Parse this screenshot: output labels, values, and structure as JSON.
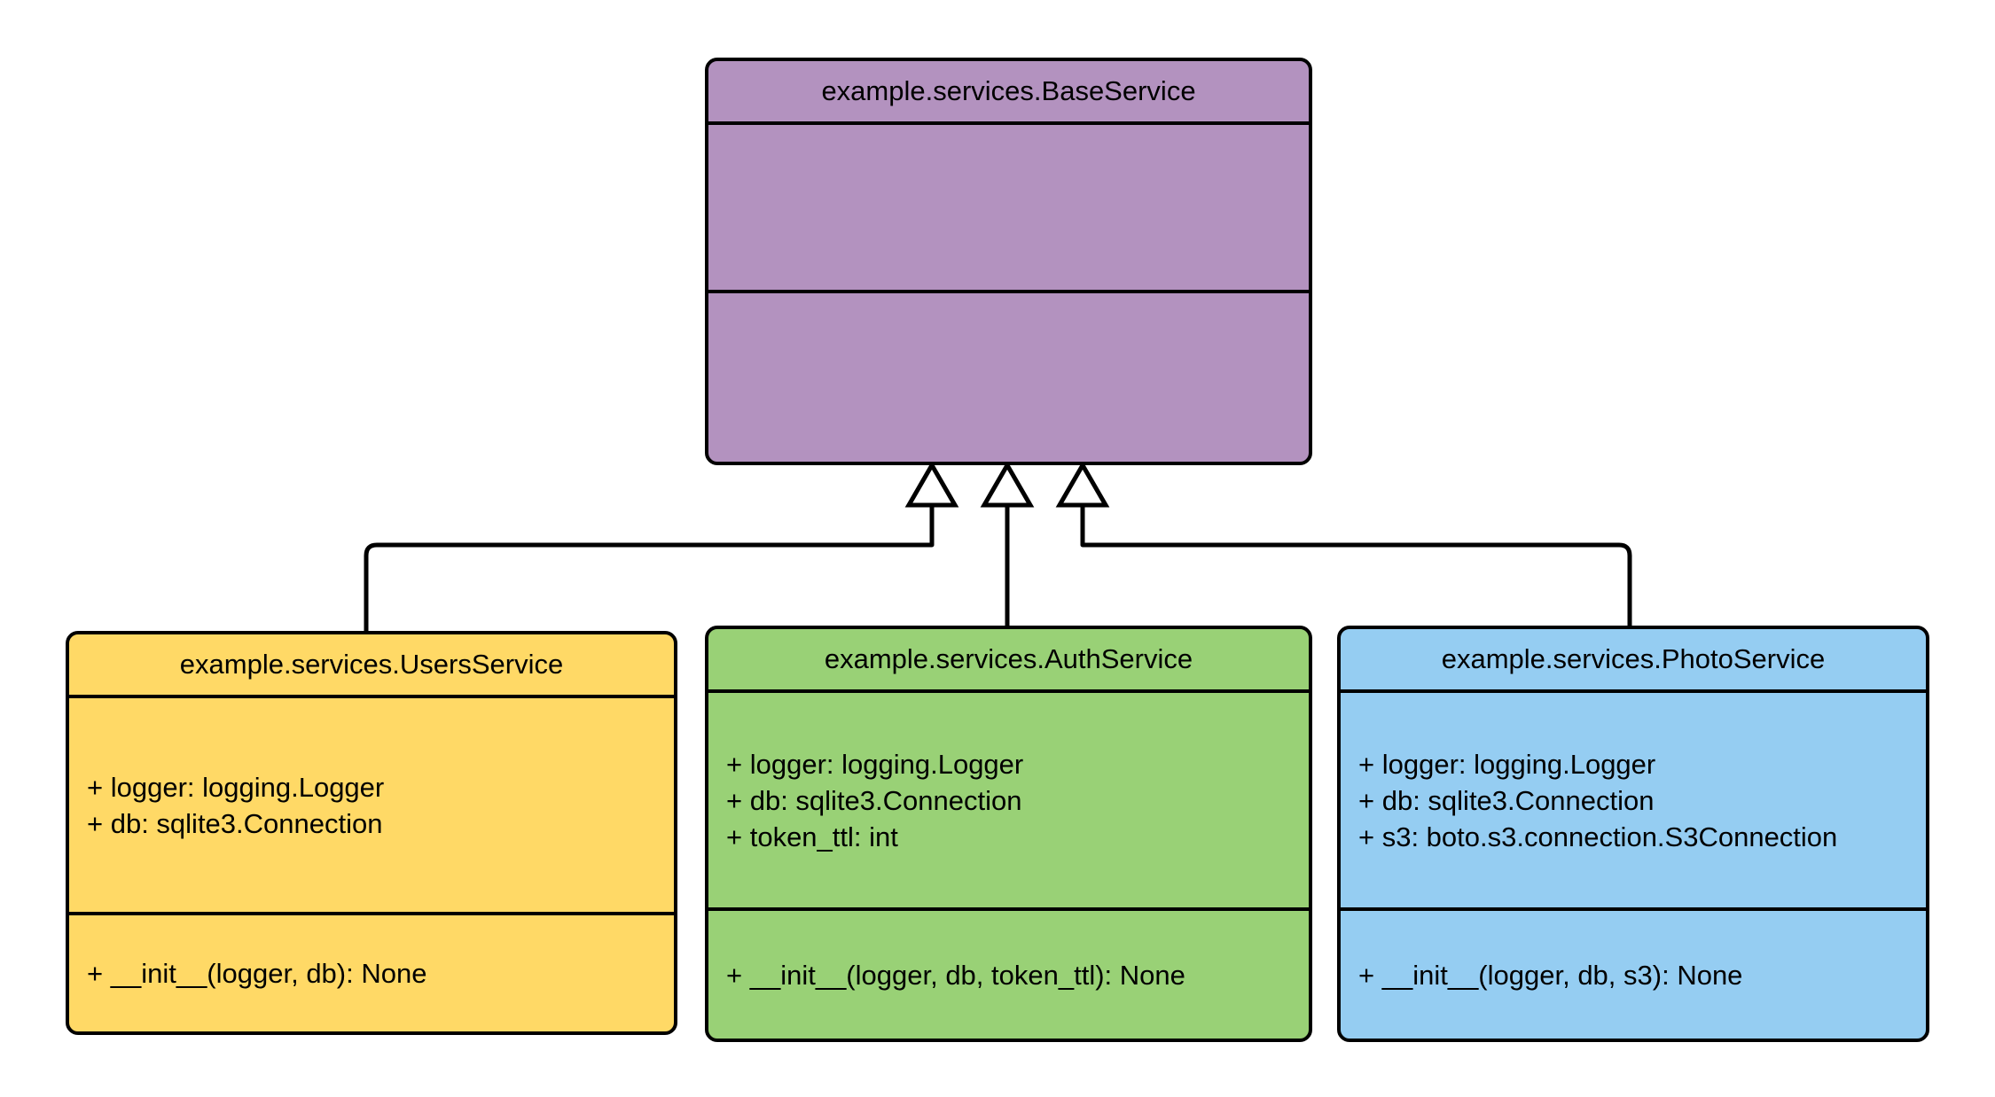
{
  "diagram": {
    "kind": "uml-class-diagram",
    "background_color": "#ffffff",
    "relationship_type": "generalization",
    "classes": [
      {
        "id": "base",
        "name": "example.services.BaseService",
        "fill_color": "#b392bf",
        "attributes": [],
        "methods": []
      },
      {
        "id": "users",
        "name": "example.services.UsersService",
        "fill_color": "#ffd966",
        "attributes": [
          "+ logger: logging.Logger",
          "+ db: sqlite3.Connection"
        ],
        "methods": [
          "+ __init__(logger, db): None"
        ]
      },
      {
        "id": "auth",
        "name": "example.services.AuthService",
        "fill_color": "#99d176",
        "attributes": [
          "+ logger: logging.Logger",
          "+ db: sqlite3.Connection",
          "+ token_ttl: int"
        ],
        "methods": [
          "+ __init__(logger, db, token_ttl): None"
        ]
      },
      {
        "id": "photo",
        "name": "example.services.PhotoService",
        "fill_color": "#95cdf2",
        "attributes": [
          "+ logger: logging.Logger",
          "+ db: sqlite3.Connection",
          "+ s3: boto.s3.connection.S3Connection"
        ],
        "methods": [
          "+ __init__(logger, db, s3): None"
        ]
      }
    ],
    "edges": [
      {
        "from": "users",
        "to": "base",
        "type": "generalization"
      },
      {
        "from": "auth",
        "to": "base",
        "type": "generalization"
      },
      {
        "from": "photo",
        "to": "base",
        "type": "generalization"
      }
    ]
  }
}
